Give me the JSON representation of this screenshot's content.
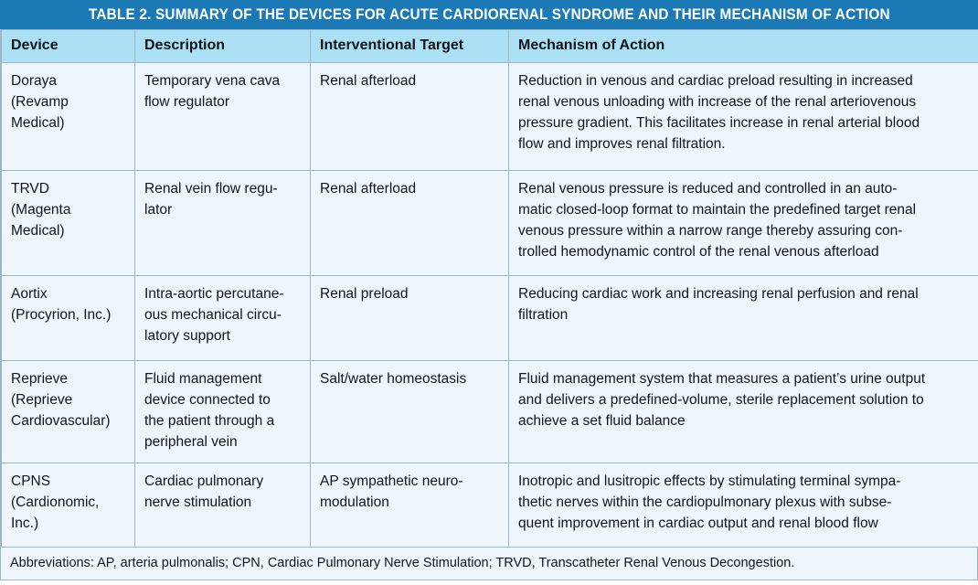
{
  "table": {
    "title": "TABLE 2.  SUMMARY OF THE DEVICES FOR ACUTE CARDIORENAL SYNDROME AND THEIR MECHANISM OF ACTION",
    "colors": {
      "title_bar_background": "#1b7ab5",
      "title_text": "#ffffff",
      "header_background": "#ace0f4",
      "cell_background": "#eef5fb",
      "border": "#9fb6c4",
      "body_text": "#111518"
    },
    "columns": [
      {
        "key": "device",
        "label": "Device"
      },
      {
        "key": "description",
        "label": "Description"
      },
      {
        "key": "target",
        "label": "Interventional Target"
      },
      {
        "key": "mechanism",
        "label": "Mechanism of Action"
      }
    ],
    "rows": [
      {
        "device": "Doraya\n(Revamp\nMedical)",
        "device_lines": [
          "Doraya",
          "(Revamp",
          "Medical)"
        ],
        "description": "Temporary vena cava flow regulator",
        "description_lines": [
          "Temporary vena cava",
          "flow regulator"
        ],
        "target": "Renal afterload",
        "target_lines": [
          "Renal afterload"
        ],
        "mechanism": "Reduction in venous and cardiac preload resulting in increased renal venous unloading with increase of the renal arteriovenous pressure gradient. This facilitates increase in renal arterial blood flow and improves renal filtration.",
        "mechanism_lines": [
          "Reduction in venous and cardiac preload resulting in increased",
          "renal venous unloading with increase of the renal arteriovenous",
          "pressure gradient. This facilitates increase in renal arterial blood",
          "flow and improves renal filtration."
        ]
      },
      {
        "device": "TRVD\n(Magenta\nMedical)",
        "device_lines": [
          "TRVD",
          "(Magenta",
          "Medical)"
        ],
        "description": "Renal vein flow regu-lator",
        "description_lines": [
          "Renal vein flow regu-",
          "lator"
        ],
        "target": "Renal afterload",
        "target_lines": [
          "Renal afterload"
        ],
        "mechanism": "Renal venous pressure is reduced and controlled in an automatic closed-loop format to maintain the predefined target renal venous pressure within a narrow range thereby assuring controlled hemodynamic control of the renal venous afterload",
        "mechanism_lines": [
          "Renal venous pressure is reduced and controlled in an auto-",
          "matic closed-loop format to maintain the predefined target renal",
          "venous pressure within a narrow range thereby assuring con-",
          "trolled hemodynamic control of the renal venous afterload"
        ]
      },
      {
        "device": "Aortix\n(Procyrion, Inc.)",
        "device_lines": [
          "Aortix",
          "(Procyrion, Inc.)"
        ],
        "description": "Intra-aortic percutaneous mechanical circulatory support",
        "description_lines": [
          "Intra-aortic percutane-",
          "ous mechanical circu-",
          "latory support"
        ],
        "target": "Renal preload",
        "target_lines": [
          "Renal preload"
        ],
        "mechanism": "Reducing cardiac work and increasing renal perfusion and renal filtration",
        "mechanism_lines": [
          "Reducing cardiac work and increasing renal perfusion and renal",
          "filtration"
        ]
      },
      {
        "device": "Reprieve\n(Reprieve\nCardiovascular)",
        "device_lines": [
          "Reprieve",
          "(Reprieve",
          "Cardiovascular)"
        ],
        "description": "Fluid management device connected to the patient through a peripheral vein",
        "description_lines": [
          "Fluid management",
          "device connected to",
          "the patient through a",
          "peripheral vein"
        ],
        "target": "Salt/water homeostasis",
        "target_lines": [
          "Salt/water homeostasis"
        ],
        "mechanism": "Fluid management system that measures a patient’s urine output and delivers a predefined-volume, sterile replacement solution to achieve a set fluid balance",
        "mechanism_lines": [
          "Fluid management system that measures a patient’s urine output",
          "and delivers a predefined-volume, sterile replacement solution to",
          "achieve a set fluid balance"
        ]
      },
      {
        "device": "CPNS\n(Cardionomic,\nInc.)",
        "device_lines": [
          "CPNS",
          "(Cardionomic,",
          "Inc.)"
        ],
        "description": "Cardiac pulmonary nerve stimulation",
        "description_lines": [
          "Cardiac pulmonary",
          "nerve stimulation"
        ],
        "target": "AP sympathetic neuro-modulation",
        "target_lines": [
          "AP sympathetic neuro-",
          "modulation"
        ],
        "mechanism": "Inotropic and lusitropic effects by stimulating terminal sympathetic nerves within the cardiopulmonary plexus with subsequent improvement in cardiac output and renal blood flow",
        "mechanism_lines": [
          "Inotropic and lusitropic effects by stimulating terminal sympa-",
          "thetic nerves within the cardiopulmonary plexus with subse-",
          "quent improvement in cardiac output and renal blood flow"
        ]
      }
    ],
    "footnote": "Abbreviations: AP, arteria pulmonalis; CPN, Cardiac Pulmonary Nerve Stimulation; TRVD, Transcatheter Renal Venous Decongestion."
  }
}
